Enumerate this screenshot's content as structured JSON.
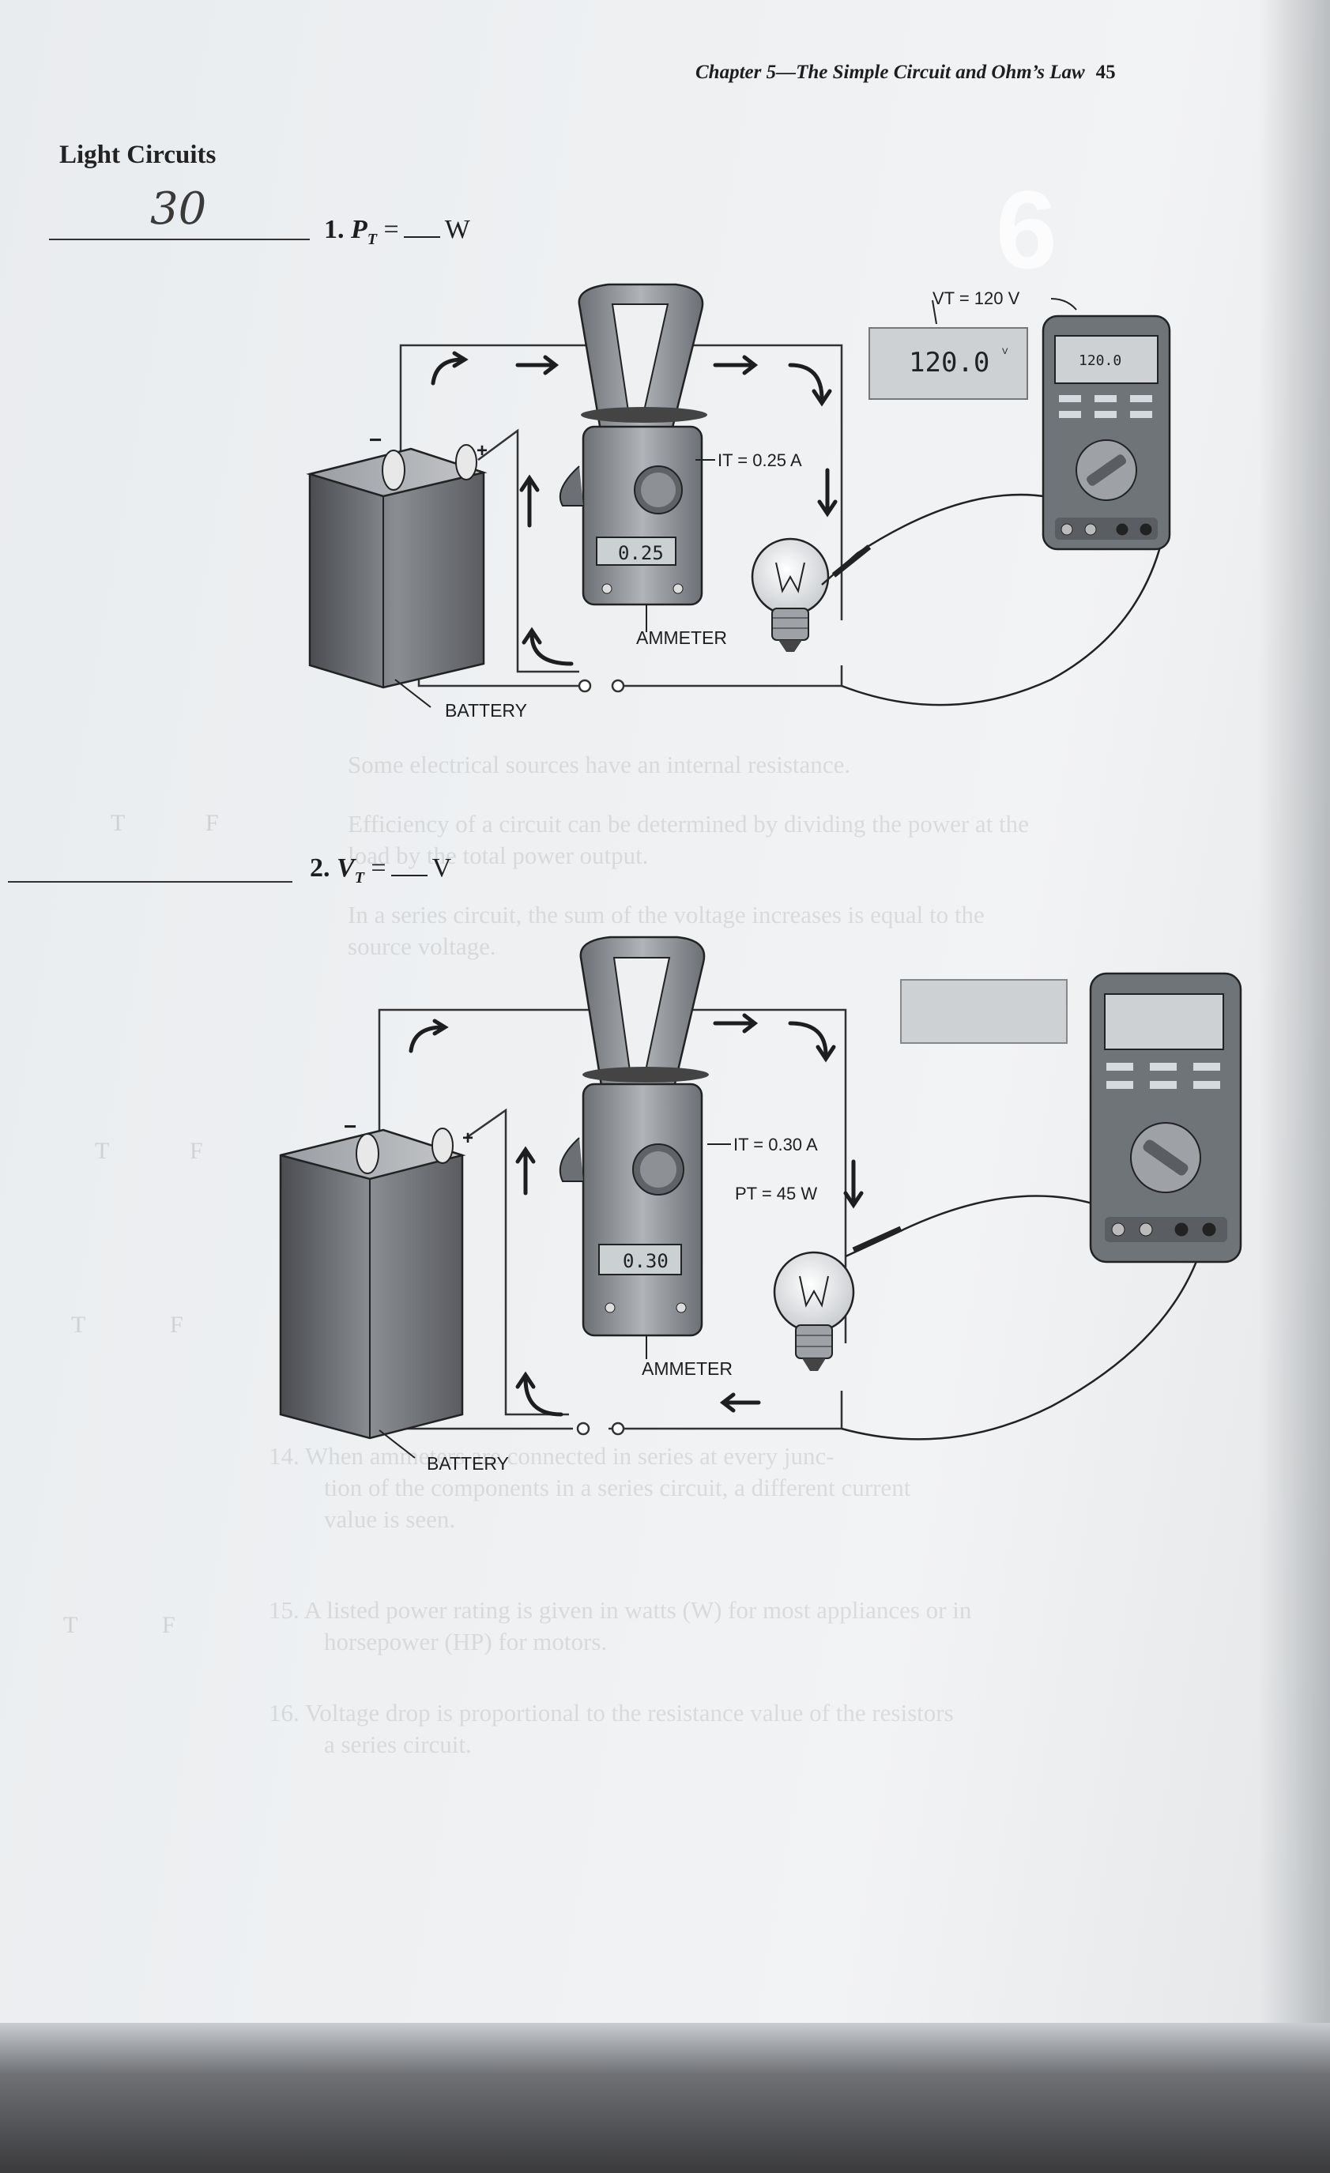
{
  "header": {
    "chapter": "Chapter 5—The Simple Circuit and Ohm’s Law",
    "page": "45"
  },
  "section_title": "Light Circuits",
  "questions": [
    {
      "number": "1.",
      "symbol": "P",
      "subscript": "T",
      "equals": "=",
      "unit": "W",
      "answer": "30"
    },
    {
      "number": "2.",
      "symbol": "V",
      "subscript": "T",
      "equals": "=",
      "unit": "V",
      "answer": ""
    }
  ],
  "diagram1": {
    "vt_label": "VT = 120 V",
    "meter_display": "120.0",
    "meter_unit": "V",
    "meter_small_display": "120.0",
    "current_label": "IT = 0.25 A",
    "ammeter_display": "0.25",
    "ammeter_label": "AMMETER",
    "battery_label": "BATTERY"
  },
  "diagram2": {
    "current_label": "IT = 0.30 A",
    "power_label": "PT = 45 W",
    "ammeter_display": "0.30",
    "ammeter_label": "AMMETER",
    "battery_label": "BATTERY"
  },
  "bleed_through": {
    "big_number": "6",
    "lines": [
      "Efficiency of a circuit can be determined by dividing the power at the",
      "load by the total power output.",
      "In a series circuit, the sum of the voltage increases is equal to the",
      "source voltage.",
      "Some electrical sources have an internal resistance.",
      "14. When ammeters are connected in series at every junc-",
      "tion of the components in a series circuit, a different current",
      "value is seen.",
      "15. A listed power rating is given in watts (W) for most appliances or in",
      "horsepower (HP) for motors.",
      "16. Voltage drop is proportional to the resistance value of the resistors",
      "a series circuit."
    ],
    "tf_marks": [
      "T",
      "F"
    ]
  },
  "colors": {
    "ink": "#1e1e1e",
    "paper": "#eef0f2",
    "meter_body": "#6f7478",
    "display": "#c8cdd0"
  }
}
